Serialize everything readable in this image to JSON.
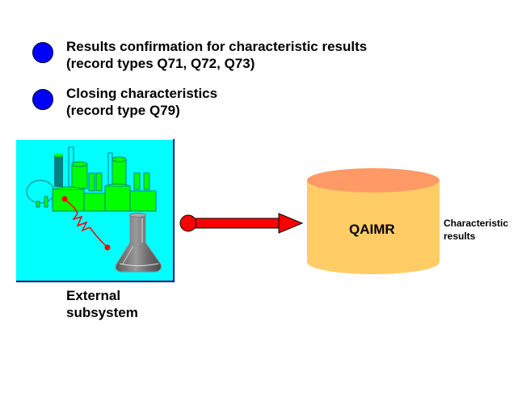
{
  "bullets": [
    {
      "line1": "Results confirmation for characteristic results",
      "line2": "(record types Q71, Q72, Q73)"
    },
    {
      "line1": "Closing characteristics",
      "line2": "(record type Q79)"
    }
  ],
  "subsystem": {
    "line1": "External",
    "line2": "subsystem",
    "icon": "factory-and-flask-icon"
  },
  "database": {
    "label": "QAIMR",
    "icon": "database-cylinder-icon"
  },
  "side_label": {
    "line1": "Characteristic",
    "line2": "results"
  },
  "colors": {
    "bullet": "#0000ff",
    "box_bg": "#00ffff",
    "arrow": "#ff0000",
    "db_top": "#ff9966",
    "db_body": "#ffcc66",
    "factory": "#00ff00"
  }
}
